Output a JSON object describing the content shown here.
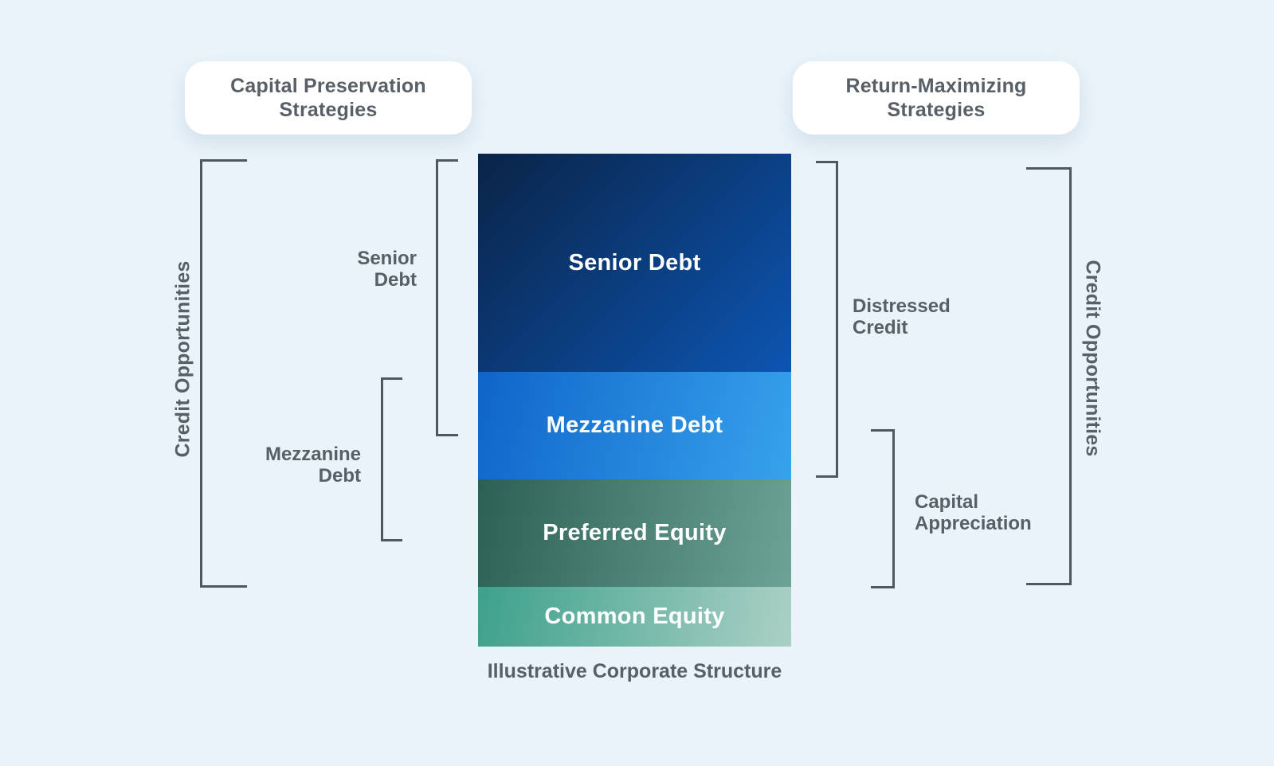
{
  "page": {
    "background": "#eaf3fa",
    "caption": "Illustrative Corporate Structure"
  },
  "headers": {
    "left": "Capital Preservation\nStrategies",
    "right": "Return-Maximizing\nStrategies"
  },
  "column": {
    "segments": [
      {
        "label": "Senior Debt",
        "gradient": {
          "angle": 135,
          "from": "#0a2447",
          "to": "#0c55b2"
        }
      },
      {
        "label": "Mezzanine Debt",
        "gradient": {
          "angle": 105,
          "from": "#0f65c9",
          "to": "#37a2ec"
        }
      },
      {
        "label": "Preferred Equity",
        "gradient": {
          "angle": 102,
          "from": "#2b6052",
          "to": "#6da396"
        }
      },
      {
        "label": "Common Equity",
        "gradient": {
          "angle": 100,
          "from": "#3da18c",
          "to": "#abd0c5"
        }
      }
    ]
  },
  "annotations": {
    "left": {
      "outer_label": "Credit Opportunities",
      "senior_label": "Senior\nDebt",
      "mezzanine_label": "Mezzanine\nDebt"
    },
    "right": {
      "distressed_label": "Distressed\nCredit",
      "capital_label": "Capital\nAppreciation",
      "outer_label": "Credit Opportunities"
    }
  },
  "colors": {
    "bracket_stroke": "#4f5861",
    "label_text": "#585f66",
    "pill_background": "#ffffff",
    "segment_text": "#ffffff"
  }
}
